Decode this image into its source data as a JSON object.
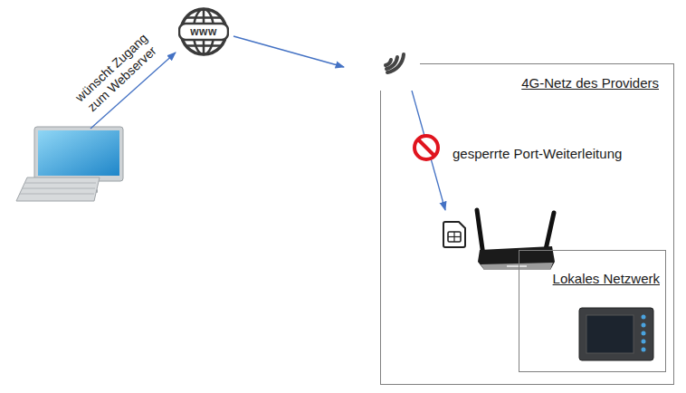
{
  "diagram": {
    "nodes": [
      {
        "text": [
          "www"
        ]
      },
      {
        "text": [
          "4G-Netz des Providers"
        ]
      },
      {
        "text": [
          "Lokales Netzwerk"
        ],
        "in": 1
      }
    ],
    "labels": [
      "wünscht Zugang zum Webserver",
      "4G",
      "gesperrte Port-Weiterleitung"
    ]
  }
}
